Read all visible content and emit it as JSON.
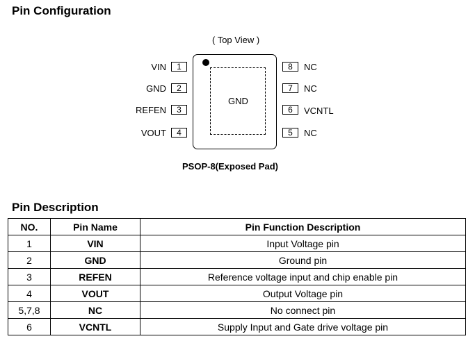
{
  "pin_configuration": {
    "title": "Pin Configuration",
    "top_view_label": "( Top View )",
    "package_label": "PSOP-8(Exposed Pad)",
    "pad_label": "GND",
    "left_pins": [
      {
        "label": "VIN",
        "number": "1"
      },
      {
        "label": "GND",
        "number": "2"
      },
      {
        "label": "REFEN",
        "number": "3"
      },
      {
        "label": "VOUT",
        "number": "4"
      }
    ],
    "right_pins": [
      {
        "number": "8",
        "label": "NC"
      },
      {
        "number": "7",
        "label": "NC"
      },
      {
        "number": "6",
        "label": "VCNTL"
      },
      {
        "number": "5",
        "label": "NC"
      }
    ]
  },
  "pin_description": {
    "title": "Pin Description",
    "headers": [
      "NO.",
      "Pin Name",
      "Pin Function Description"
    ],
    "rows": [
      [
        "1",
        "VIN",
        "Input Voltage pin"
      ],
      [
        "2",
        "GND",
        "Ground pin"
      ],
      [
        "3",
        "REFEN",
        "Reference voltage input and chip enable pin"
      ],
      [
        "4",
        "VOUT",
        "Output Voltage pin"
      ],
      [
        "5,7,8",
        "NC",
        "No connect pin"
      ],
      [
        "6",
        "VCNTL",
        "Supply Input and Gate drive voltage pin"
      ]
    ]
  }
}
